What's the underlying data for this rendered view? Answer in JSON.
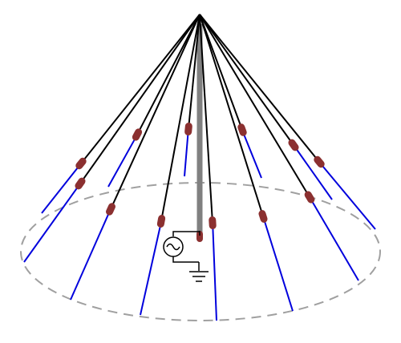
{
  "diagram": {
    "kind": "umbrella antenna with insulated guy wires",
    "colors": {
      "background": "#ffffff",
      "guy_wire": "#000000",
      "antenna_wire": "#0000dd",
      "insulator": "#8b3030",
      "mast": "#808080",
      "ground_circle": "#a0a0a0",
      "circuit": "#000000"
    },
    "counts": {
      "guy_wires": 12,
      "insulators": 12
    },
    "components": [
      "mast",
      "guy-wires",
      "insulators",
      "ground-circle",
      "ac-source-icon",
      "ground-symbol-icon"
    ]
  }
}
